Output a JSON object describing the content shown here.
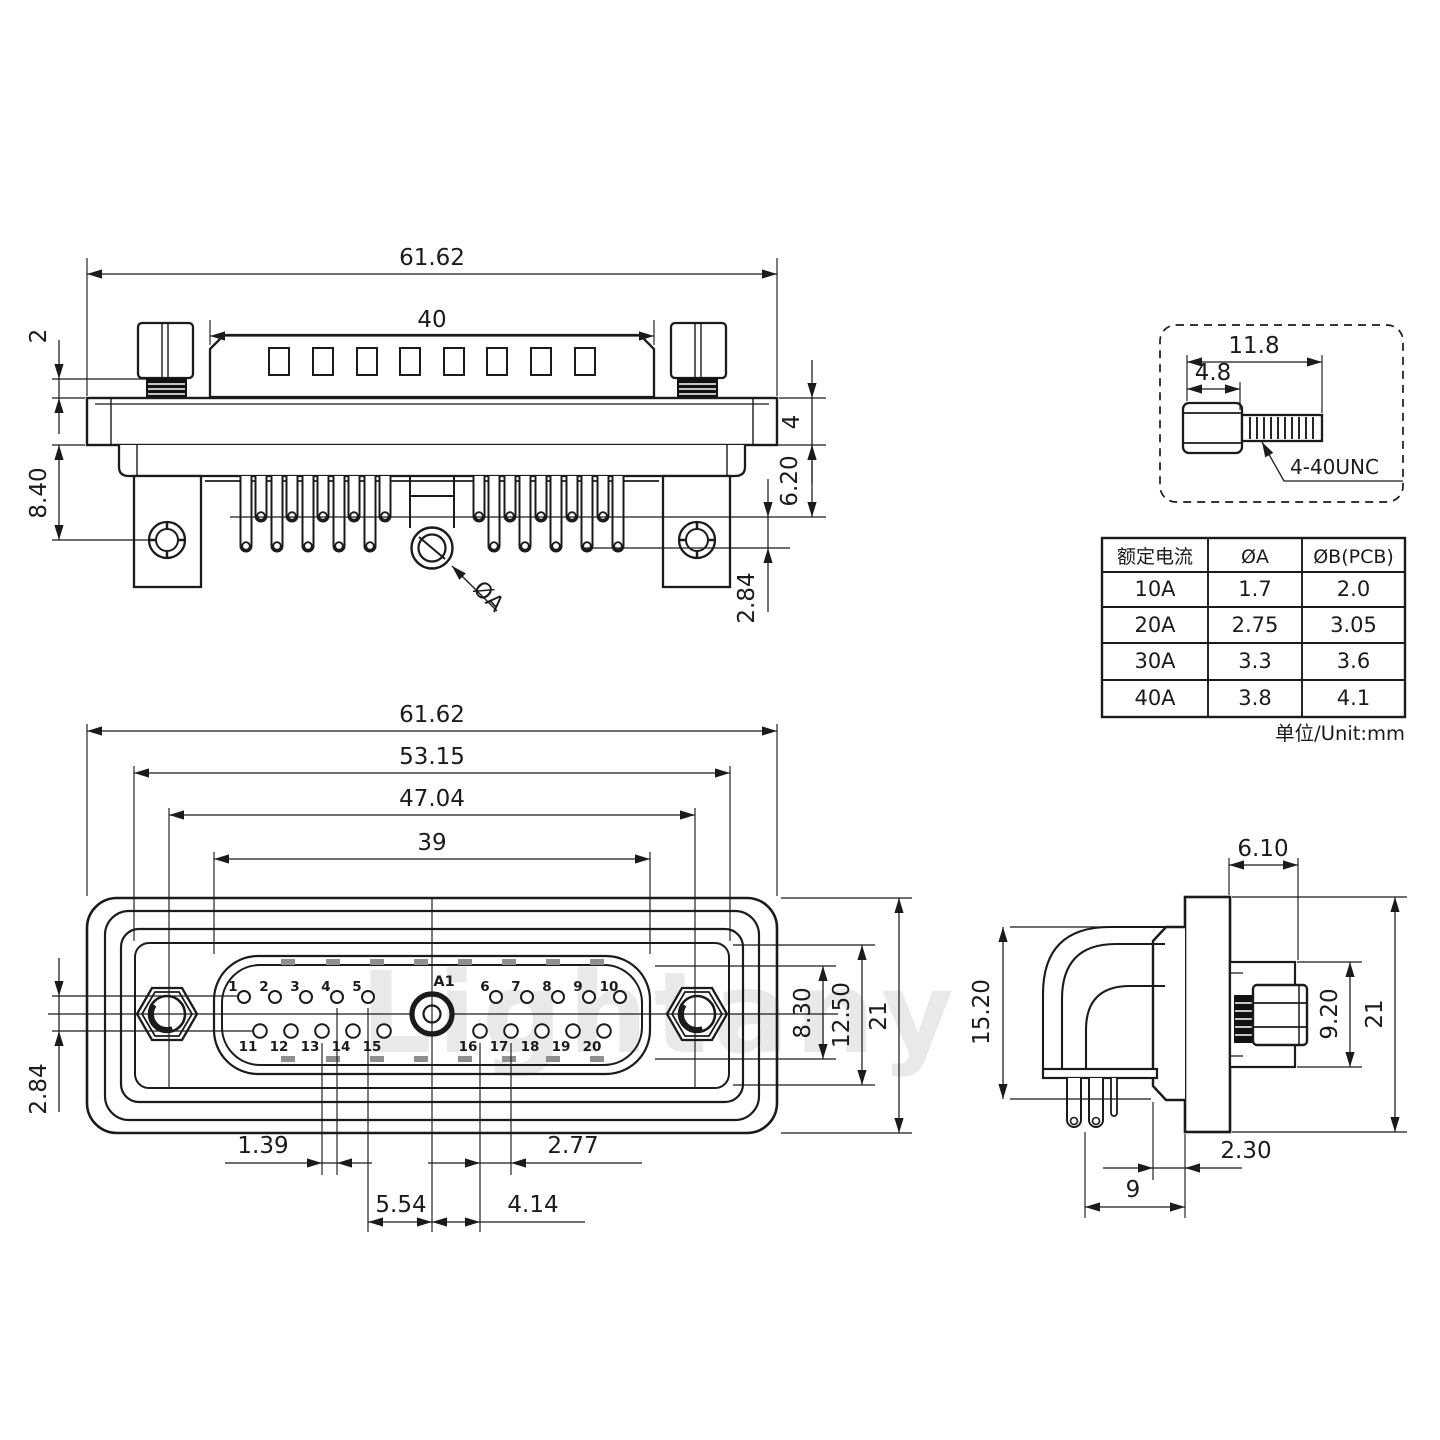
{
  "watermark": "Lightany",
  "top_view": {
    "dims": {
      "overall_width": "61.62",
      "body_width": "40",
      "screw_gap": "2",
      "bracket_drop": "8.40",
      "flange_thickness": "4",
      "shoulder_depth": "6.20",
      "pin_stagger": "2.84"
    },
    "hole_callout": "ØA"
  },
  "screw_detail": {
    "dims": {
      "total_length": "11.8",
      "head_length": "4.8"
    },
    "thread_label": "4-40UNC"
  },
  "spec_table": {
    "headers": [
      "额定电流",
      "ØA",
      "ØB(PCB)"
    ],
    "rows": [
      [
        "10A",
        "1.7",
        "2.0"
      ],
      [
        "20A",
        "2.75",
        "3.05"
      ],
      [
        "30A",
        "3.3",
        "3.6"
      ],
      [
        "40A",
        "3.8",
        "4.1"
      ]
    ],
    "unit_note": "单位/Unit:mm"
  },
  "front_view": {
    "dims": {
      "overall_width": "61.62",
      "shell_width": "53.15",
      "mount_spacing": "47.04",
      "insert_width": "39",
      "row_stagger": "2.84",
      "insert_height": "8.30",
      "shell_height": "12.50",
      "overall_height": "21",
      "half_pitch": "1.39",
      "pitch": "2.77",
      "a1_left": "5.54",
      "a1_right": "4.14"
    },
    "pins_top": [
      "1",
      "2",
      "3",
      "4",
      "5",
      "6",
      "7",
      "8",
      "9",
      "10"
    ],
    "pins_bottom": [
      "11",
      "12",
      "13",
      "14",
      "15",
      "16",
      "17",
      "18",
      "19",
      "20"
    ],
    "center_pin": "A1"
  },
  "side_view": {
    "dims": {
      "boss_width": "6.10",
      "body_height": "15.20",
      "boss_height": "9.20",
      "overall_height": "21",
      "board_offset": "2.30",
      "pin_span": "9"
    }
  }
}
